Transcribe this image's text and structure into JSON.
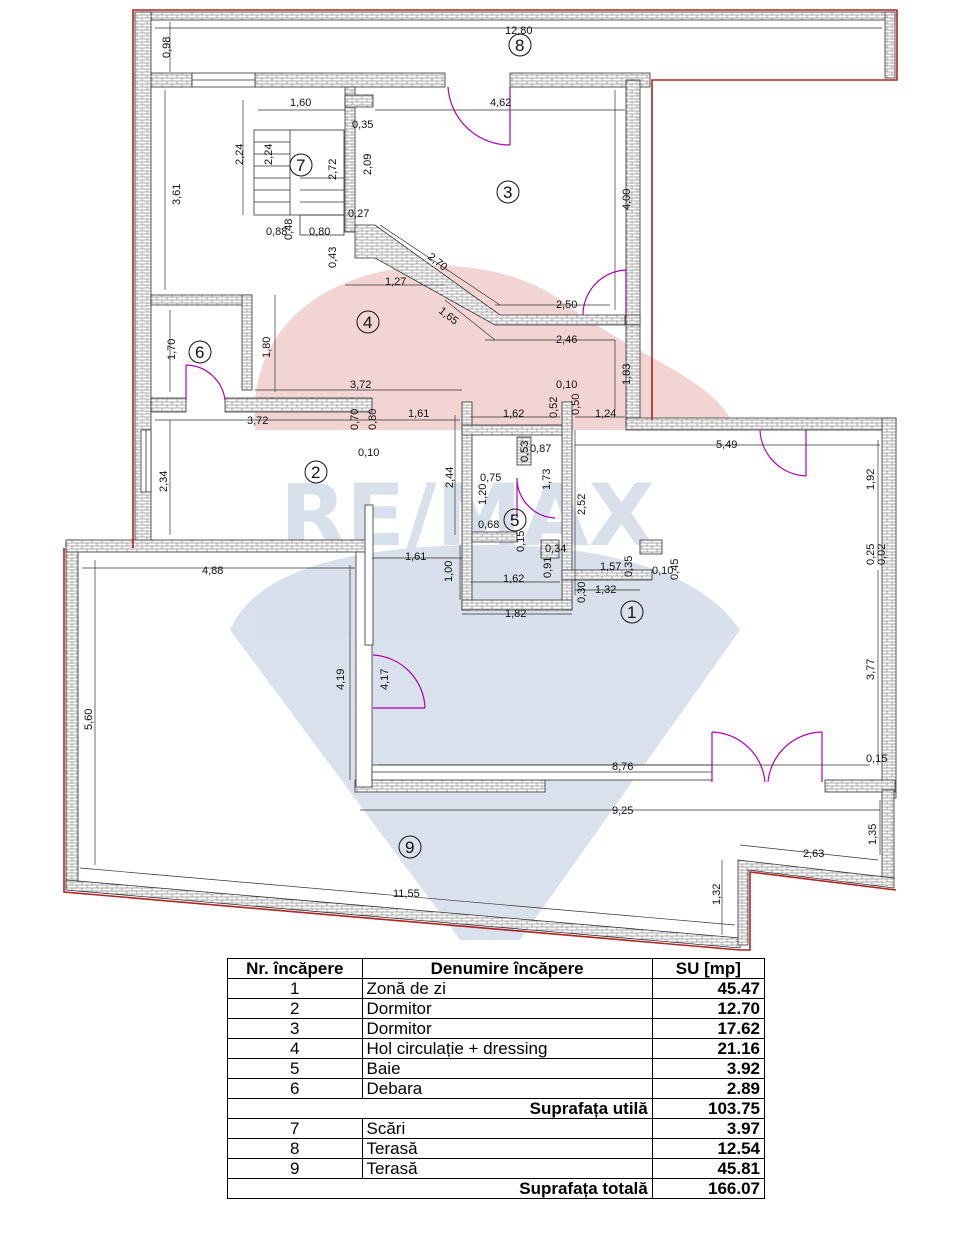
{
  "watermark": {
    "text": "RE/MAX",
    "colors": {
      "red": "#e8b3ae",
      "blue": "#b9c8dc"
    }
  },
  "colors": {
    "wall_hatch": "#9a9a9a",
    "exterior_line": "#b22222",
    "door_arc": "#b000b0"
  },
  "rooms": [
    {
      "num": "1"
    },
    {
      "num": "2"
    },
    {
      "num": "3"
    },
    {
      "num": "4"
    },
    {
      "num": "5"
    },
    {
      "num": "6"
    },
    {
      "num": "7"
    },
    {
      "num": "8"
    },
    {
      "num": "9"
    }
  ],
  "dimensions": [
    "12,80",
    "0,98",
    "1,60",
    "4,62",
    "0,35",
    "2,24",
    "2,24",
    "2,72",
    "2,09",
    "3,61",
    "0,27",
    "0,88",
    "0,48",
    "0,80",
    "0,43",
    "2,70",
    "4,00",
    "1,27",
    "1,65",
    "2,50",
    "2,46",
    "1,70",
    "1,80",
    "3,72",
    "0,10",
    "1,83",
    "3,72",
    "0,70",
    "0,80",
    "1,61",
    "1,62",
    "0,52",
    "0,50",
    "1,24",
    "0,10",
    "0,53",
    "0,87",
    "5,49",
    "2,34",
    "2,44",
    "0,75",
    "1,20",
    "1,73",
    "2,52",
    "1,92",
    "0,68",
    "0,15",
    "0,34",
    "0,25",
    "0,02",
    "4,88",
    "1,61",
    "1,00",
    "1,62",
    "0,91",
    "1,57",
    "0,35",
    "0,10",
    "0,45",
    "0,30",
    "1,32",
    "1,82",
    "4,19",
    "4,17",
    "5,60",
    "3,77",
    "8,76",
    "0,15",
    "9,25",
    "1,35",
    "2,63",
    "11,55",
    "1,32"
  ],
  "table": {
    "header": {
      "nr": "Nr. încăpere",
      "name": "Denumire încăpere",
      "su": "SU [mp]"
    },
    "rows": [
      {
        "nr": "1",
        "name": "Zonă de zi",
        "su": "45.47"
      },
      {
        "nr": "2",
        "name": "Dormitor",
        "su": "12.70"
      },
      {
        "nr": "3",
        "name": "Dormitor",
        "su": "17.62"
      },
      {
        "nr": "4",
        "name": "Hol circulație + dressing",
        "su": "21.16"
      },
      {
        "nr": "5",
        "name": "Baie",
        "su": "3.92"
      },
      {
        "nr": "6",
        "name": "Debara",
        "su": "2.89"
      }
    ],
    "subtotal": {
      "label": "Suprafața utilă",
      "value": "103.75"
    },
    "rows2": [
      {
        "nr": "7",
        "name": "Scări",
        "su": "3.97"
      },
      {
        "nr": "8",
        "name": "Terasă",
        "su": "12.54"
      },
      {
        "nr": "9",
        "name": "Terasă",
        "su": "45.81"
      }
    ],
    "total": {
      "label": "Suprafața totală",
      "value": "166.07"
    }
  }
}
